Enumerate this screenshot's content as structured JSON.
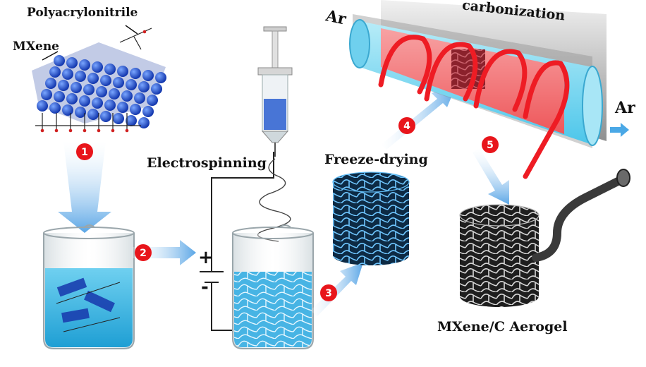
{
  "labels": {
    "polyacrylonitrile": "Polyacrylonitrile",
    "mxene": "MXene",
    "electrospinning": "Electrospinning",
    "freeze_drying": "Freeze-drying",
    "carbonization": "carbonization",
    "ar_in": "Ar",
    "ar_out": "Ar",
    "product": "MXene/C Aerogel",
    "plus": "+",
    "minus": "-"
  },
  "steps": [
    "1",
    "2",
    "3",
    "4",
    "5"
  ],
  "colors": {
    "step_badge": "#e8151b",
    "arrow": "#7fb8e8",
    "solution": "#3fb6e0",
    "heating_coil": "#ee1c24",
    "furnace_tube": "#9fe0f2",
    "mxene_atoms": "#1c4fd6",
    "aerogel": "#2b2b2b",
    "foam": "#1f6fb0"
  }
}
